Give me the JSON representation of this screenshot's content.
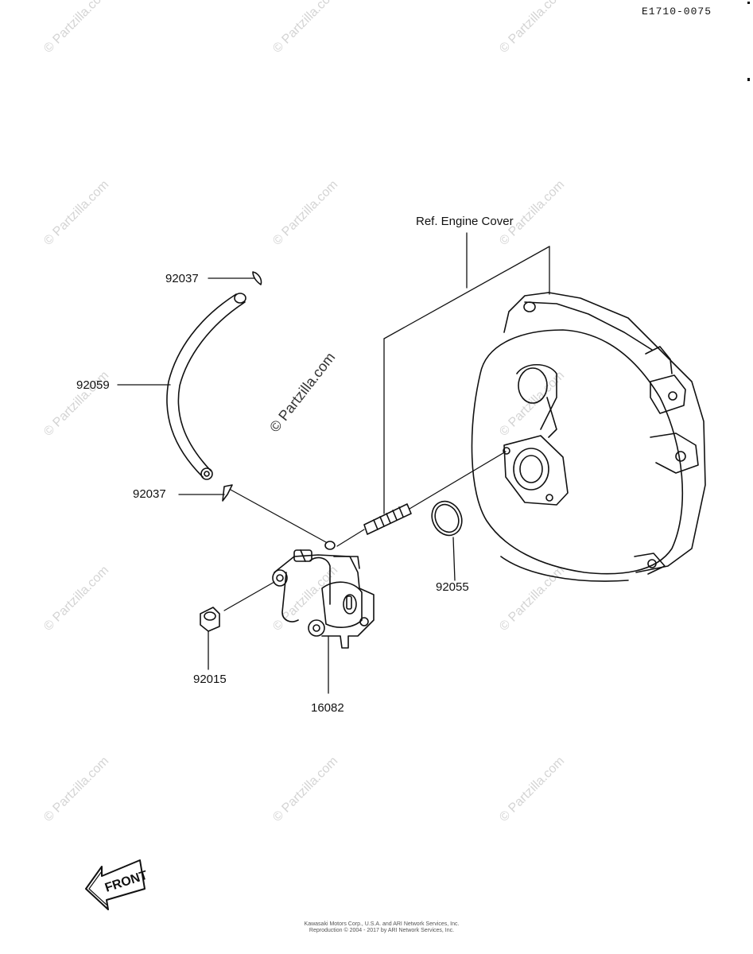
{
  "diagram_code": "E1710-0075",
  "ref_label": "Ref. Engine Cover",
  "part_labels": {
    "p92037_top": "92037",
    "p92059": "92059",
    "p92037_mid": "92037",
    "p92055": "92055",
    "p92015": "92015",
    "p16082": "16082"
  },
  "front_label": "FRONT",
  "watermark": "© Partzilla.com",
  "copyright_line1": "Kawasaki Motors Corp., U.S.A. and ARI Network Services, Inc.",
  "copyright_line2": "Reproduction © 2004 - 2017 by ARI Network Services, Inc."
}
